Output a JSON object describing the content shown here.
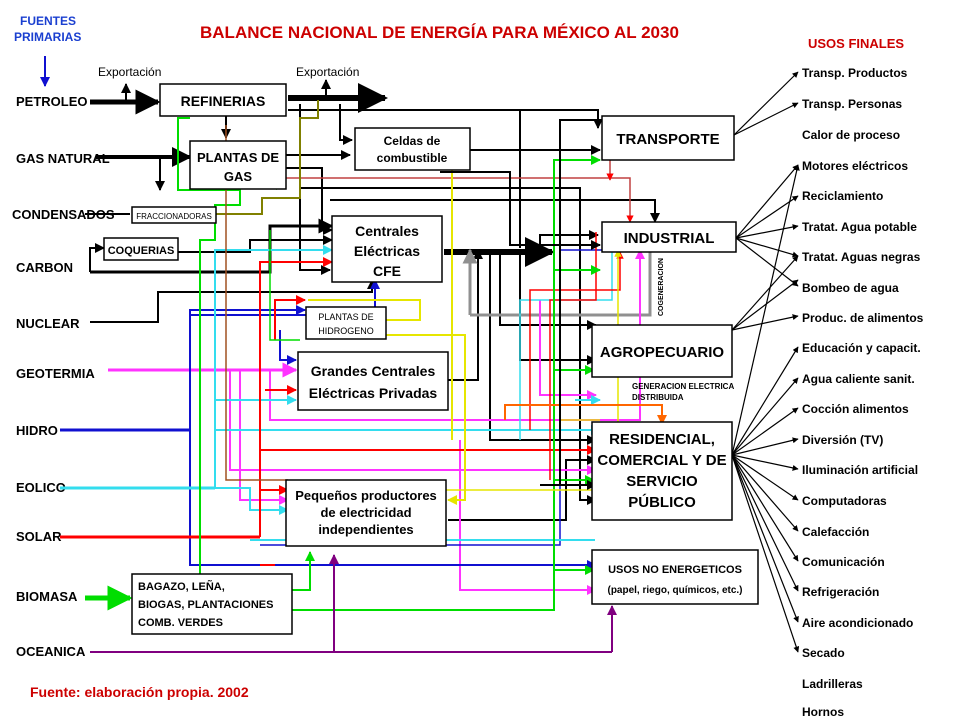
{
  "header": {
    "sources_heading_line1": "FUENTES",
    "sources_heading_line2": "PRIMARIAS",
    "title": "BALANCE NACIONAL DE ENERGÍA PARA MÉXICO AL 2030",
    "uses_heading": "USOS FINALES"
  },
  "sources": [
    "PETROLEO",
    "GAS NATURAL",
    "CONDENSADOS",
    "CARBON",
    "NUCLEAR",
    "GEOTERMIA",
    "HIDRO",
    "EOLICO",
    "SOLAR",
    "BIOMASA",
    "OCEANICA"
  ],
  "export_labels": [
    "Exportación",
    "Exportación"
  ],
  "processes": {
    "refinerias": "REFINERIAS",
    "plantas_gas_1": "PLANTAS DE",
    "plantas_gas_2": "GAS",
    "celdas_1": "Celdas de",
    "celdas_2": "combustible",
    "fraccionadoras": "FRACCIONADORAS",
    "coquerias": "COQUERIAS",
    "centrales_1": "Centrales",
    "centrales_2": "Eléctricas",
    "centrales_3": "CFE",
    "hidrogeno_1": "PLANTAS DE",
    "hidrogeno_2": "HIDROGENO",
    "privadas_1": "Grandes Centrales",
    "privadas_2": "Eléctricas Privadas",
    "pequenos_1": "Pequeños productores",
    "pequenos_2": "de electricidad",
    "pequenos_3": "independientes",
    "biomasa_1": "BAGAZO, LEÑA,",
    "biomasa_2": "BIOGAS, PLANTACIONES",
    "biomasa_3": "COMB. VERDES"
  },
  "sectors": {
    "transporte": "TRANSPORTE",
    "industrial": "INDUSTRIAL",
    "cogeneracion": "COGENERACION",
    "agropecuario": "AGROPECUARIO",
    "generacion_1": "GENERACION ELECTRICA",
    "generacion_2": "DISTRIBUIDA",
    "residencial_1": "RESIDENCIAL,",
    "residencial_2": "COMERCIAL Y DE",
    "residencial_3": "SERVICIO",
    "residencial_4": "PÚBLICO",
    "no_energeticos_1": "USOS NO ENERGETICOS",
    "no_energeticos_2": "(papel, riego, químicos, etc.)"
  },
  "final_uses": [
    "Transp. Productos",
    "Transp. Personas",
    "Calor de proceso",
    "Motores eléctricos",
    "Reciclamiento",
    "Tratat. Agua potable",
    "Tratat. Aguas negras",
    "Bombeo de agua",
    "Produc. de alimentos",
    "Educación y capacit.",
    "Agua caliente sanit.",
    "Cocción alimentos",
    "Diversión (TV)",
    "Iluminación artificial",
    "Computadoras",
    "Calefacción",
    "Comunicación",
    "Refrigeración",
    "Aire acondicionado",
    "Secado",
    "Ladrilleras",
    "Hornos"
  ],
  "footer": "Fuente: elaboración propia. 2002",
  "colors": {
    "title": "#cc0000",
    "heading_blue": "#1a3fd0",
    "black": "#000000",
    "olive": "#808000",
    "red": "#ff0000",
    "green": "#00dd00",
    "blue": "#1010d0",
    "cyan": "#33ddee",
    "magenta": "#ff33ff",
    "yellow": "#ffff33",
    "gray": "#909090",
    "orange": "#ff6600",
    "purple": "#800080",
    "brown": "#a05020"
  }
}
